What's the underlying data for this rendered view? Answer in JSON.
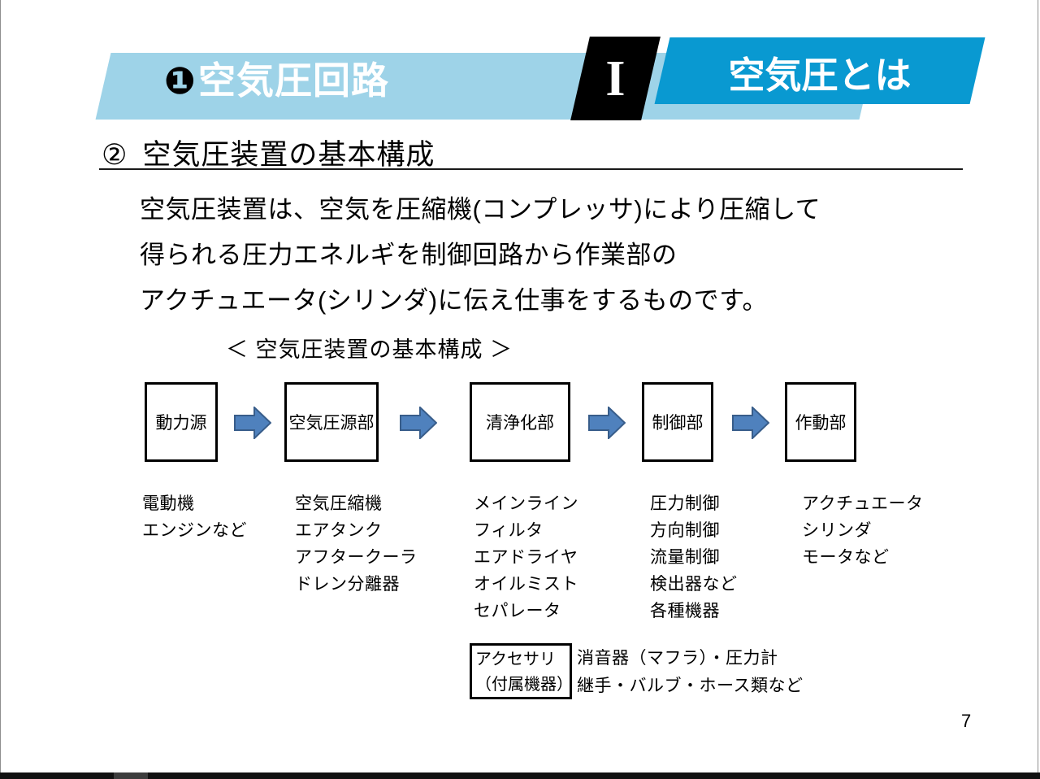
{
  "page": {
    "page_number": "7"
  },
  "header": {
    "chapter_number": "❶",
    "chapter_title": "空気圧回路",
    "section_marker": "I",
    "section_title": "空気圧とは",
    "colors": {
      "light_blue": "#9ED3E8",
      "cyan": "#0999D1",
      "black": "#000000"
    }
  },
  "heading": {
    "number": "②",
    "text": "空気圧装置の基本構成"
  },
  "body": {
    "line1": "空気圧装置は、空気を圧縮機(コンプレッサ)により圧縮して",
    "line2": "得られる圧力エネルギを制御回路から作業部の",
    "line3": "アクチュエータ(シリンダ)に伝え仕事をするものです。"
  },
  "diagram": {
    "caption": "＜ 空気圧装置の基本構成 ＞",
    "stages": [
      {
        "box": "動力源",
        "items": [
          "電動機",
          "エンジンなど"
        ]
      },
      {
        "box": "空気圧源部",
        "items": [
          "空気圧縮機",
          "エアタンク",
          "アフタークーラ",
          "ドレン分離器"
        ]
      },
      {
        "box": "清浄化部",
        "items": [
          "メインライン",
          "フィルタ",
          "エアドライヤ",
          "オイルミスト",
          "セパレータ"
        ]
      },
      {
        "box": "制御部",
        "items": [
          "圧力制御",
          "方向制御",
          "流量制御",
          "検出器など",
          "各種機器"
        ]
      },
      {
        "box": "作動部",
        "items": [
          "アクチュエータ",
          "シリンダ",
          "モータなど"
        ]
      }
    ],
    "arrow": {
      "fill": "#4F81BD",
      "stroke": "#385D8A"
    },
    "accessory": {
      "label_line1": "アクセサリ",
      "label_line2": "（付属機器）",
      "desc_line1": "消音器（マフラ）・圧力計",
      "desc_line2": "継手・バルブ・ホース類など"
    }
  }
}
